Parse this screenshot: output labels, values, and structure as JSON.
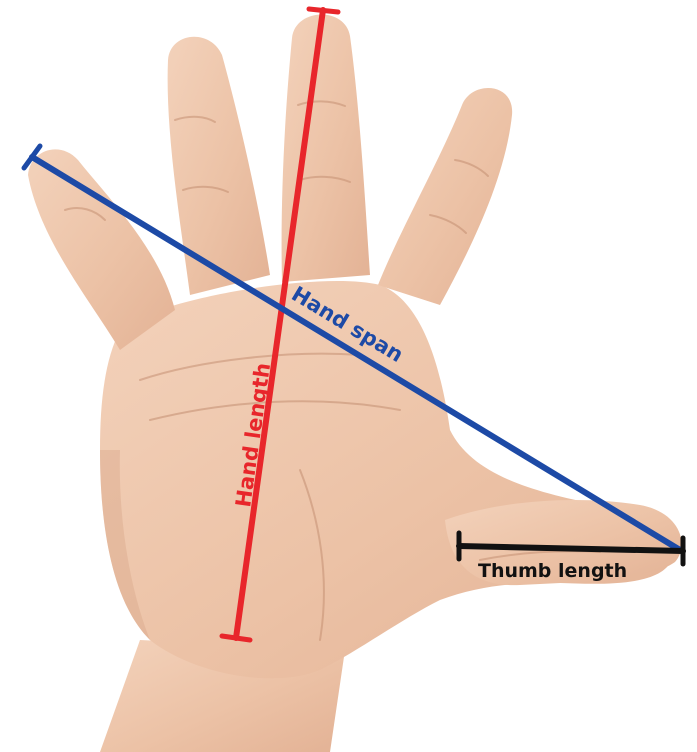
{
  "labels": {
    "hand_length": "Hand length",
    "hand_span": "Hand span",
    "thumb_length": "Thumb length"
  },
  "colors": {
    "hand_length": "#e8262b",
    "hand_span": "#1d4aa6",
    "thumb_length": "#111111",
    "skin": "#ecc4a8",
    "skin_shadow": "#d9a98c",
    "crease": "#c48f72"
  }
}
